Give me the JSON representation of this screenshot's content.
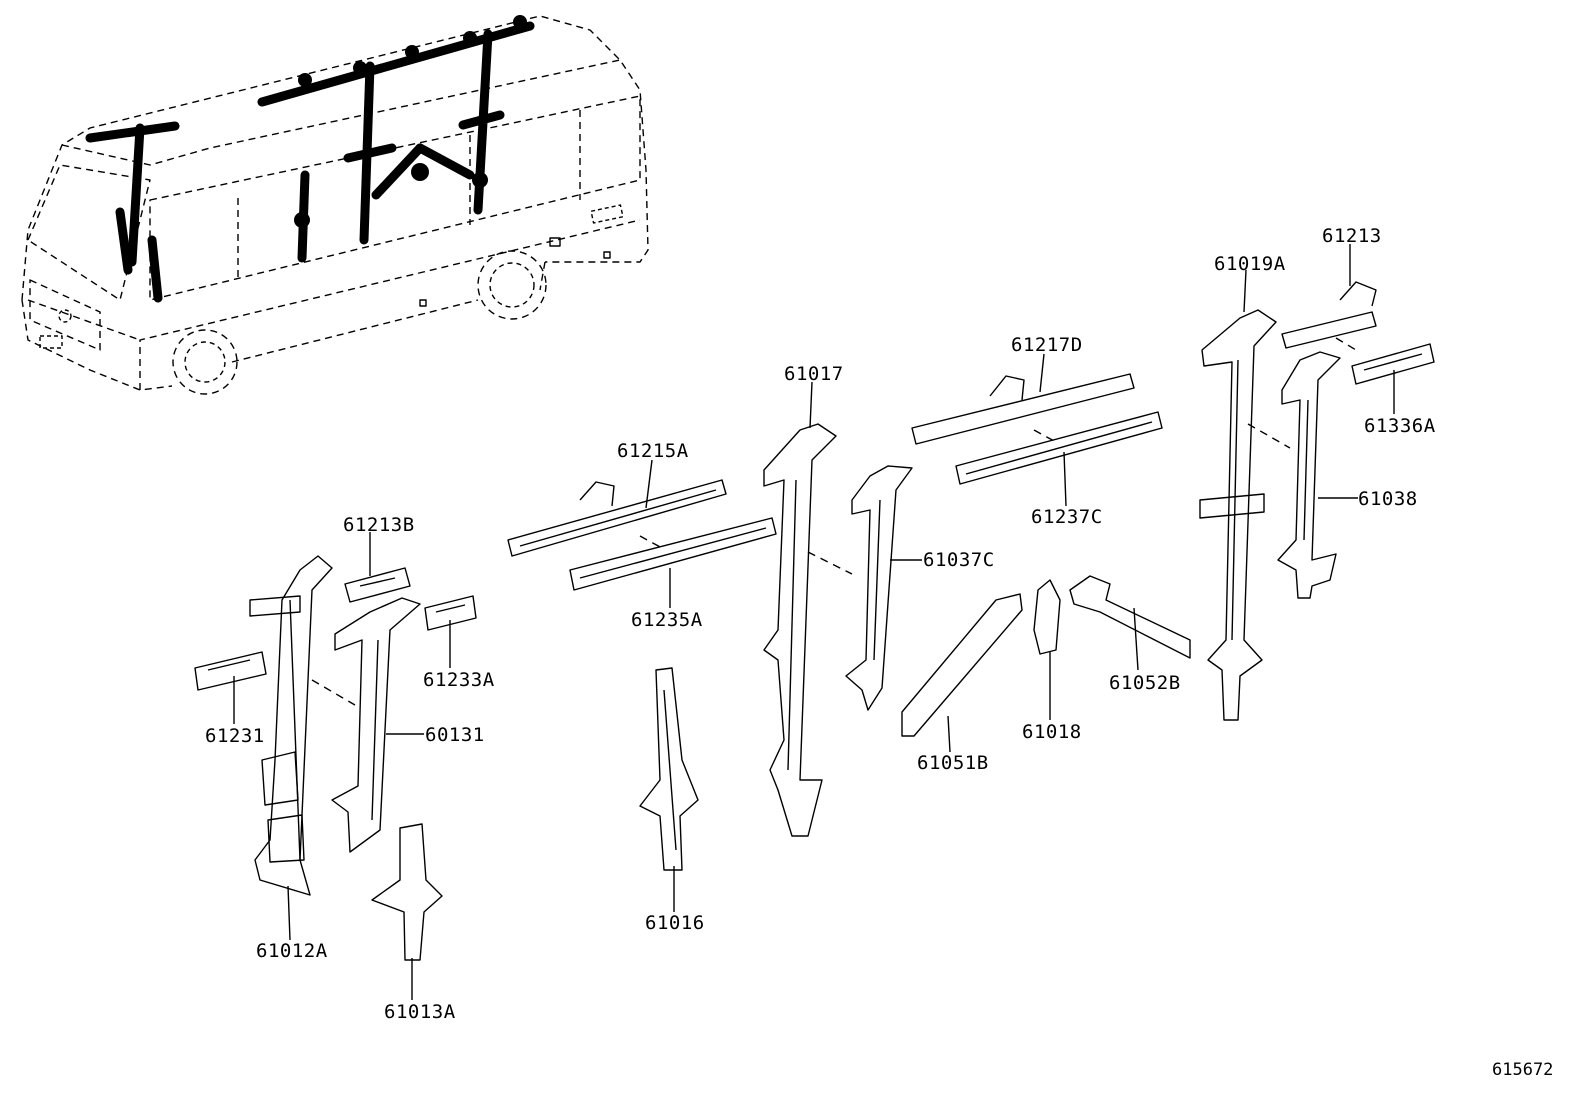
{
  "labels": {
    "p61213": "61213",
    "p61019A": "61019A",
    "p61217D": "61217D",
    "p61017": "61017",
    "p61336A": "61336A",
    "p61215A": "61215A",
    "p61038": "61038",
    "p61237C": "61237C",
    "p61213B": "61213B",
    "p61037C": "61037C",
    "p61235A": "61235A",
    "p61233A": "61233A",
    "p61052B": "61052B",
    "p61231": "61231",
    "p60131": "60131",
    "p61018": "61018",
    "p61051B": "61051B",
    "p61016": "61016",
    "p61012A": "61012A",
    "p61013A": "61013A"
  },
  "figure_id": "615672"
}
